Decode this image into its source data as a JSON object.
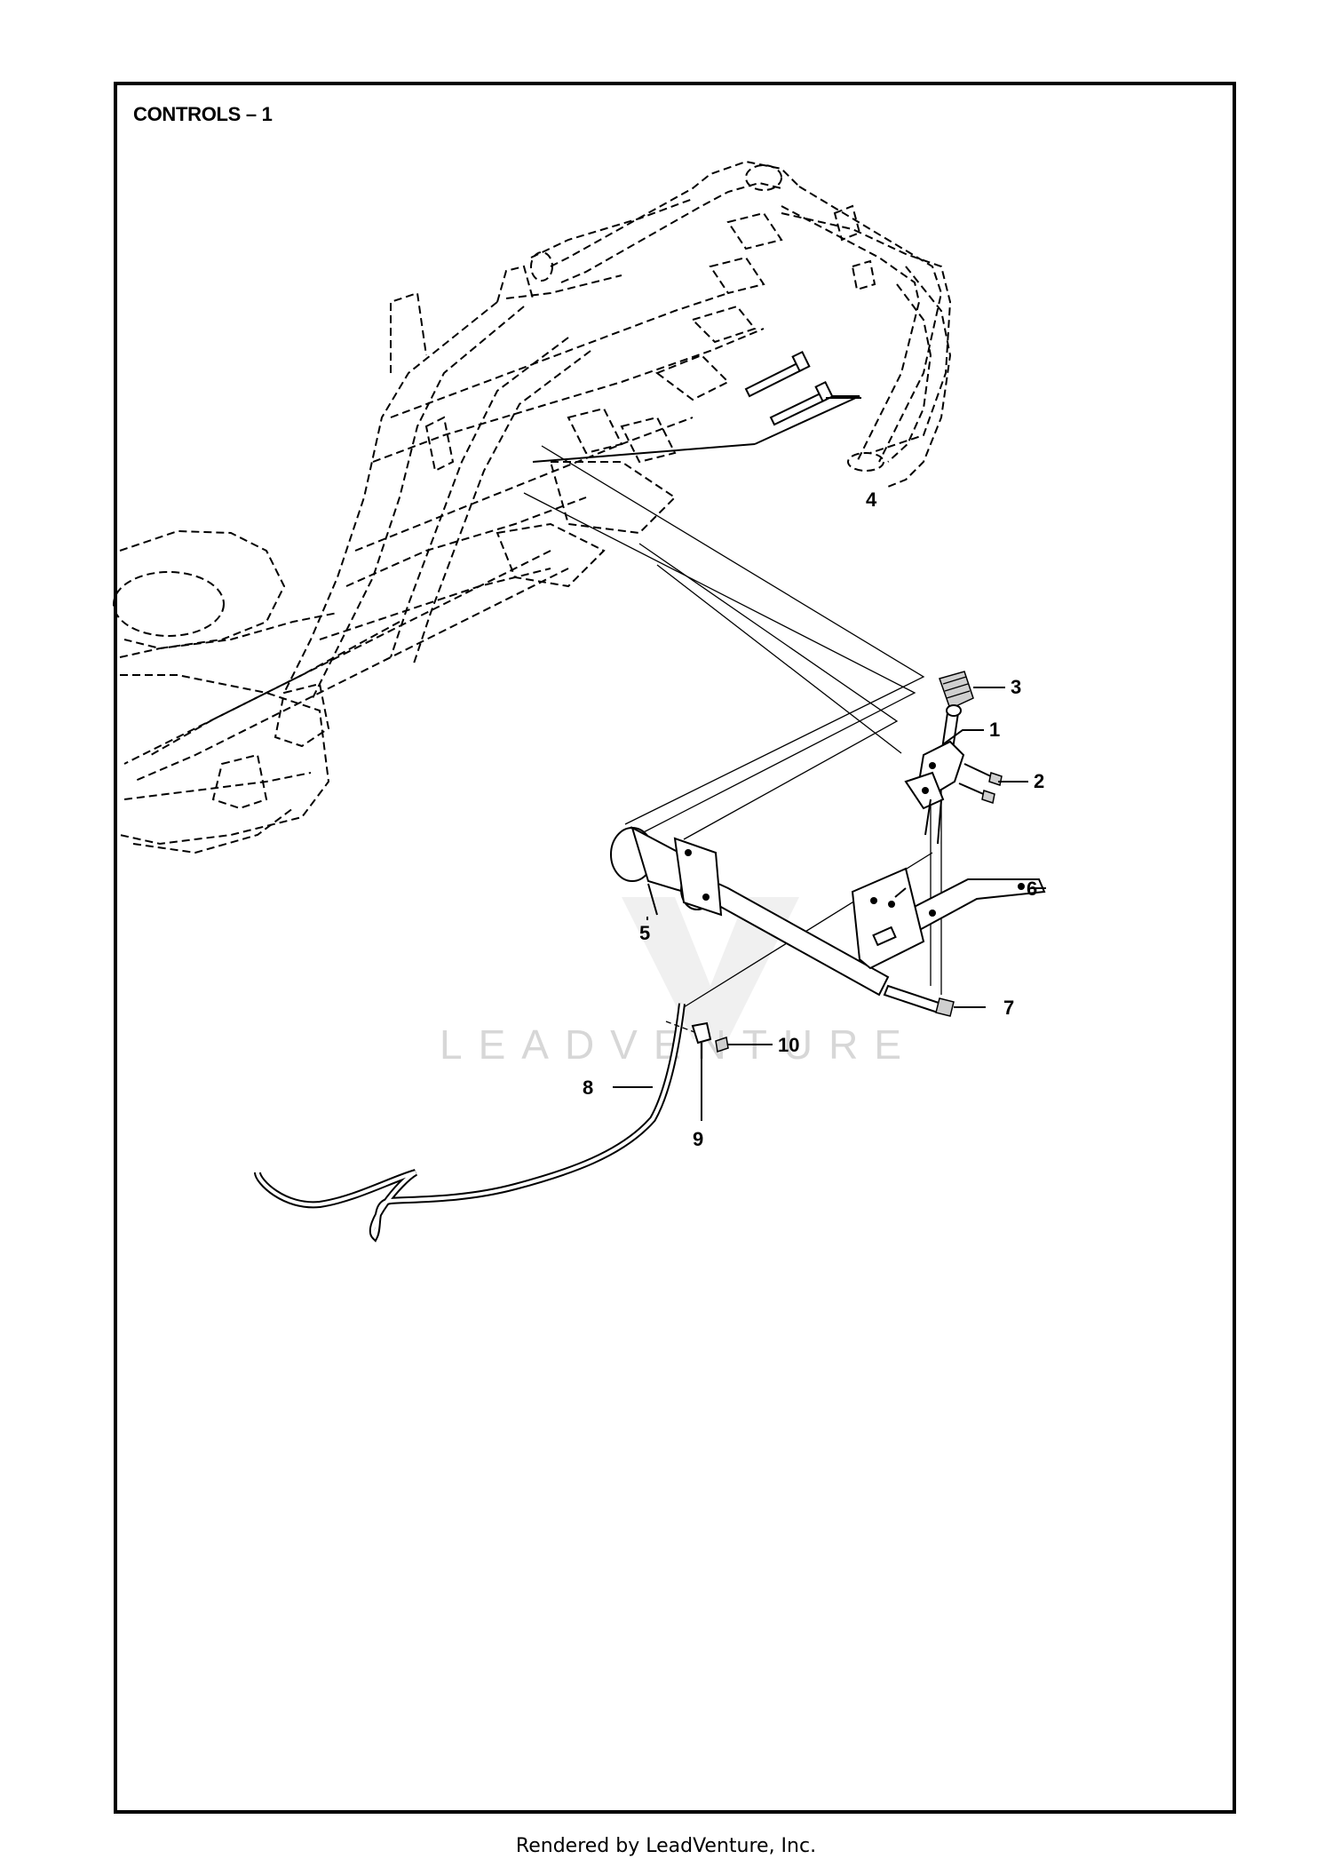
{
  "page": {
    "title": "CONTROLS – 1",
    "footer": "Rendered by LeadVenture, Inc.",
    "watermark": "LEADVENTURE"
  },
  "callouts": [
    {
      "id": "1",
      "label": "1"
    },
    {
      "id": "2",
      "label": "2"
    },
    {
      "id": "3",
      "label": "3"
    },
    {
      "id": "4",
      "label": "4"
    },
    {
      "id": "5",
      "label": "5"
    },
    {
      "id": "6",
      "label": "6"
    },
    {
      "id": "7",
      "label": "7"
    },
    {
      "id": "8",
      "label": "8"
    },
    {
      "id": "9",
      "label": "9"
    },
    {
      "id": "10",
      "label": "10"
    }
  ],
  "colors": {
    "line": "#000000",
    "background": "#ffffff",
    "watermark": "#d7d7d7"
  }
}
